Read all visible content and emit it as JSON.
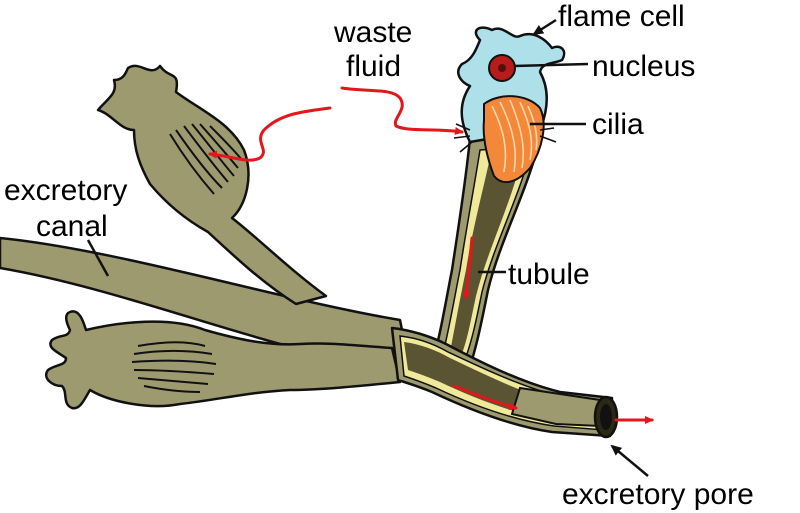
{
  "labels": {
    "flame_cell": "flame cell",
    "nucleus": "nucleus",
    "cilia": "cilia",
    "waste_line1": "waste",
    "waste_line2": "fluid",
    "excretory_line1": "excretory",
    "excretory_line2": "canal",
    "tubule": "tubule",
    "excretory_pore": "excretory pore"
  },
  "colors": {
    "canal_fill": "#9d9a70",
    "canal_dark": "#5a5432",
    "tubule_lining": "#f1e99a",
    "flame_cell": "#aee0ea",
    "nucleus": "#b71c1c",
    "cilia": "#f3883a",
    "flow_arrow": "#e3161b",
    "outline": "#111111"
  }
}
